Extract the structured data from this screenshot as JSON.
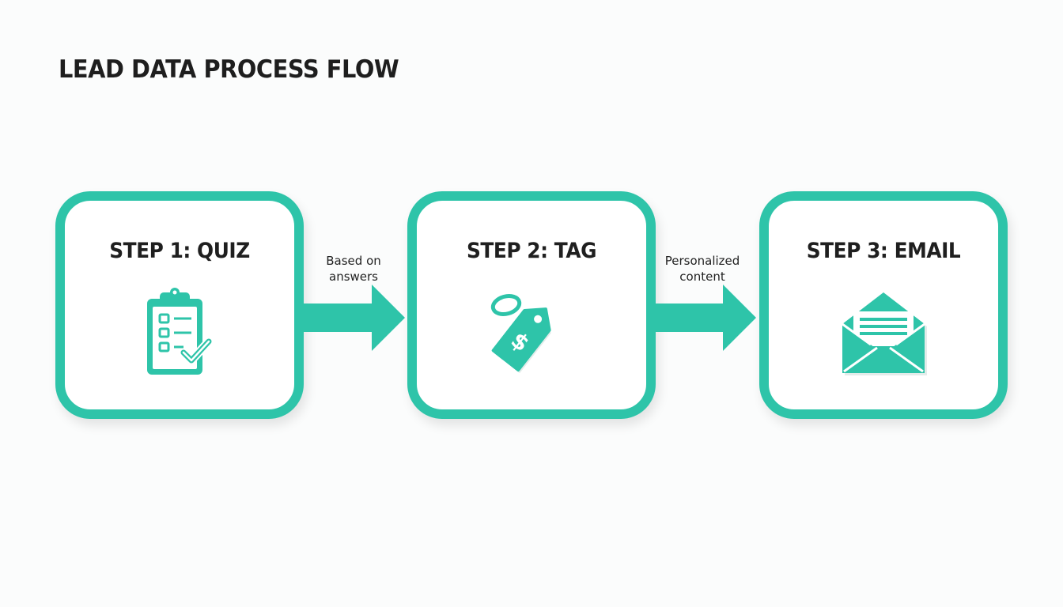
{
  "title": "LEAD DATA PROCESS FLOW",
  "colors": {
    "accent": "#2ec4a9",
    "text": "#1f1f1f",
    "background": "#fbfcfc"
  },
  "steps": [
    {
      "label": "STEP 1: QUIZ",
      "icon": "clipboard-checklist-icon"
    },
    {
      "label": "STEP 2: TAG",
      "icon": "price-tag-icon"
    },
    {
      "label": "STEP 3: EMAIL",
      "icon": "open-envelope-icon"
    }
  ],
  "connectors": [
    {
      "line1": "Based on",
      "line2": "answers"
    },
    {
      "line1": "Personalized",
      "line2": "content"
    }
  ]
}
